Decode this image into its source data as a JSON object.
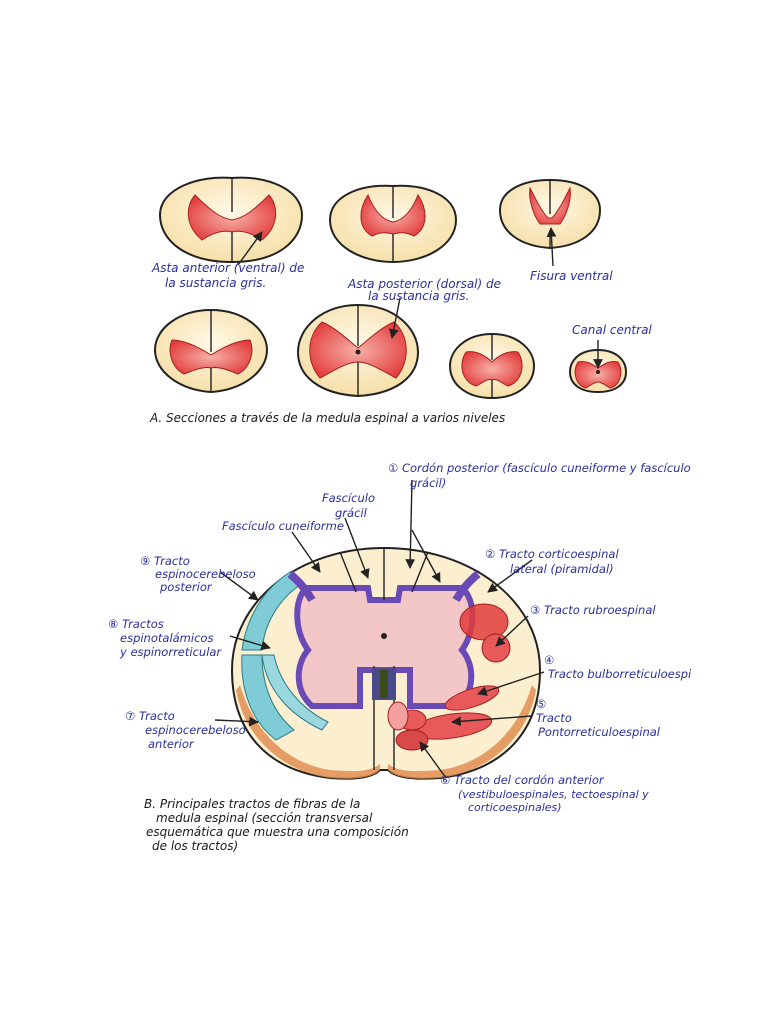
{
  "section_a": {
    "labels": {
      "asta_anterior_1": "Asta anterior (ventral) de",
      "asta_anterior_2": "la sustancia gris.",
      "asta_posterior_1": "Asta posterior (dorsal) de",
      "asta_posterior_2": "la sustancia gris.",
      "fisura": "Fisura ventral",
      "canal": "Canal central"
    },
    "caption": "A. Secciones a través de la medula espinal a varios niveles"
  },
  "section_b": {
    "labels": {
      "l1_1": "① Cordón posterior (fascículo cuneiforme y fascículo",
      "l1_2": "grácil)",
      "fasc_gracil_1": "Fascículo",
      "fasc_gracil_2": "grácil",
      "fasc_cuneiforme": "Fascículo cuneiforme",
      "l2_1": "② Tracto corticoespinal",
      "l2_2": "lateral (piramidal)",
      "l3": "③ Tracto rubroespinal",
      "l4_num": "④",
      "l4": "Tracto bulborreticuloespi",
      "l5_num": "⑤",
      "l5_1": "Tracto",
      "l5_2": "Pontorreticuloespinal",
      "l6_1": "⑥ Tracto del cordón anterior",
      "l6_2": "(vestibuloespinales, tectoespinal y",
      "l6_3": "corticoespinales)",
      "l7_1": "⑦ Tracto",
      "l7_2": "espinocerebeloso",
      "l7_3": "anterior",
      "l8_1": "⑧ Tractos",
      "l8_2": "espinotalámicos",
      "l8_3": "y espinorreticular",
      "l9_1": "⑨ Tracto",
      "l9_2": "espinocerebeloso",
      "l9_3": "posterior"
    },
    "caption": [
      "B. Principales tractos de fibras de la",
      "medula espinal (sección transversal",
      "esquemática que muestra una composición",
      "de los tractos)"
    ]
  },
  "colors": {
    "cream": "#fbefcf",
    "red": "#e85a5a",
    "purple": "#6a4bb5",
    "cyan": "#7fcbd6",
    "orange": "#e0884a",
    "ink_blue": "#2b2f9e"
  }
}
